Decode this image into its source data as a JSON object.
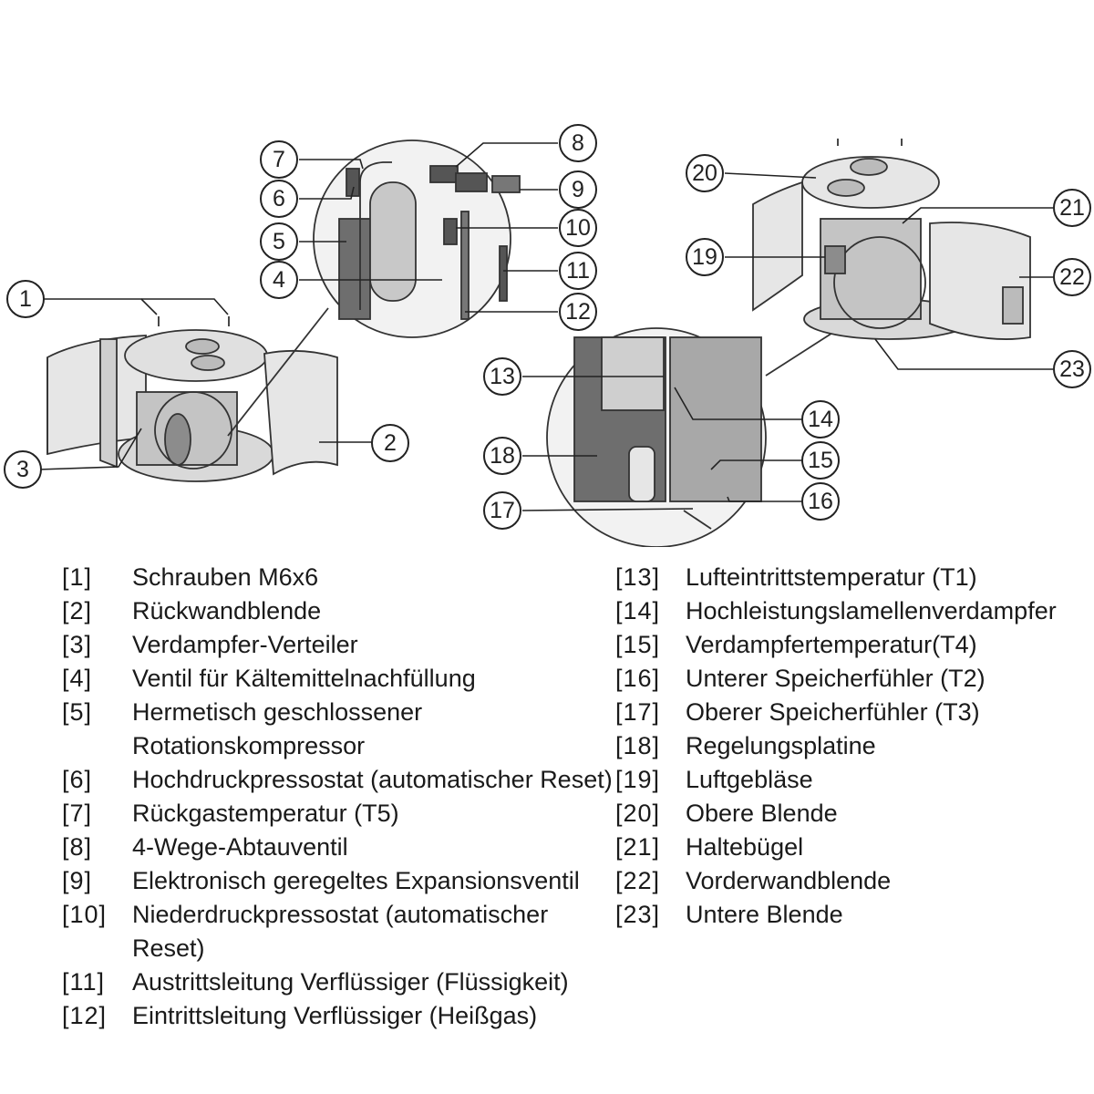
{
  "callouts": [
    "1",
    "2",
    "3",
    "4",
    "5",
    "6",
    "7",
    "8",
    "9",
    "10",
    "11",
    "12",
    "13",
    "14",
    "15",
    "16",
    "17",
    "18",
    "19",
    "20",
    "21",
    "22",
    "23"
  ],
  "legend_left": [
    {
      "num": "[1]",
      "text": "Schrauben M6x6"
    },
    {
      "num": "[2]",
      "text": "Rückwandblende"
    },
    {
      "num": "[3]",
      "text": "Verdampfer-Verteiler"
    },
    {
      "num": "[4]",
      "text": "Ventil für Kältemittelnachfüllung"
    },
    {
      "num": "[5]",
      "text": "Hermetisch geschlossener Rotationskompressor"
    },
    {
      "num": "[6]",
      "text": "Hochdruckpressostat (automatischer Reset)"
    },
    {
      "num": "[7]",
      "text": "Rückgastemperatur (T5)"
    },
    {
      "num": "[8]",
      "text": "4-Wege-Abtauventil"
    },
    {
      "num": "[9]",
      "text": "Elektronisch geregeltes Expansionsventil"
    },
    {
      "num": "[10]",
      "text": "Niederdruckpressostat (automatischer Reset)"
    },
    {
      "num": "[11]",
      "text": "Austrittsleitung Verflüssiger (Flüssigkeit)"
    },
    {
      "num": "[12]",
      "text": "Eintrittsleitung Verflüssiger (Heißgas)"
    }
  ],
  "legend_right": [
    {
      "num": "[13]",
      "text": "Lufteintrittstemperatur (T1)"
    },
    {
      "num": "[14]",
      "text": "Hochleistungslamellenverdampfer"
    },
    {
      "num": "[15]",
      "text": "Verdampfertemperatur(T4)"
    },
    {
      "num": "[16]",
      "text": "Unterer Speicherfühler (T2)"
    },
    {
      "num": "[17]",
      "text": "Oberer Speicherfühler (T3)"
    },
    {
      "num": "[18]",
      "text": "Regelungsplatine"
    },
    {
      "num": "[19]",
      "text": "Luftgebläse"
    },
    {
      "num": "[20]",
      "text": "Obere Blende"
    },
    {
      "num": "[21]",
      "text": "Haltebügel"
    },
    {
      "num": "[22]",
      "text": "Vorderwandblende"
    },
    {
      "num": "[23]",
      "text": "Untere Blende"
    }
  ]
}
